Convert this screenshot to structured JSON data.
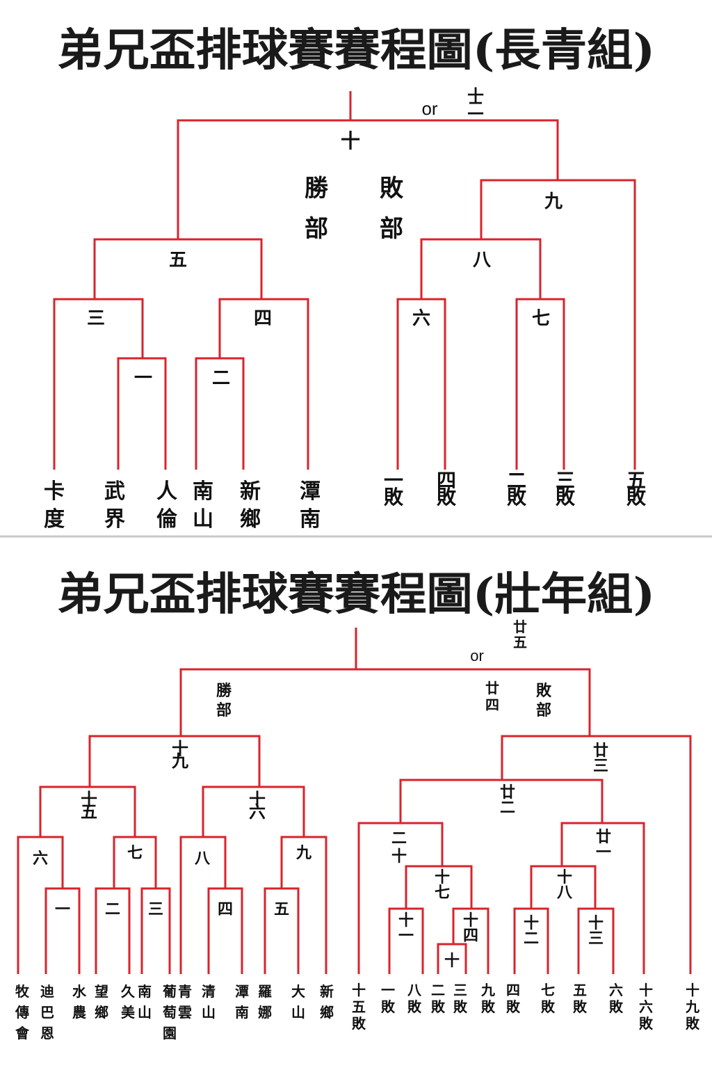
{
  "colors": {
    "line": "#d9232b",
    "text": "#111111",
    "divider": "#c8c8c8"
  },
  "top": {
    "title": "弟兄盃排球賽賽程圖(長青組)",
    "or_label": "or",
    "final_extra": "十二",
    "final": "十",
    "winner_bracket": "勝部",
    "loser_bracket": "敗部",
    "matches": {
      "m1": "一",
      "m2": "二",
      "m3": "三",
      "m4": "四",
      "m5": "五",
      "m6": "六",
      "m7": "七",
      "m8": "八",
      "m9": "九"
    },
    "teams": [
      "卡度",
      "武界",
      "人倫",
      "南山",
      "新鄉",
      "潭南"
    ],
    "loser_slots": [
      "一敗",
      "四敗",
      "二敗",
      "三敗",
      "五敗"
    ]
  },
  "bottom": {
    "title": "弟兄盃排球賽賽程圖(壯年組)",
    "or_label": "or",
    "final_extra": "廿五",
    "final": "廿四",
    "winner_bracket": "勝部",
    "loser_bracket": "敗部",
    "matches": {
      "m1": "一",
      "m2": "二",
      "m3": "三",
      "m4": "四",
      "m5": "五",
      "m6": "六",
      "m7": "七",
      "m8": "八",
      "m9": "九",
      "m10": "十",
      "m11": "十一",
      "m12": "十二",
      "m13": "十三",
      "m14": "十四",
      "m15": "十五",
      "m16": "十六",
      "m17": "十七",
      "m18": "十八",
      "m19": "十九",
      "m20": "二十",
      "m21": "廿一",
      "m22": "廿二",
      "m23": "廿三"
    },
    "teams": [
      "牧傳會",
      "迪巴恩",
      "水農",
      "望鄉",
      "久美",
      "南山",
      "葡萄園",
      "青雲",
      "清山",
      "潭南",
      "羅娜",
      "大山",
      "新鄉"
    ],
    "loser_slots": [
      "十五敗",
      "一敗",
      "八敗",
      "二敗",
      "三敗",
      "九敗",
      "四敗",
      "七敗",
      "五敗",
      "六敗",
      "十六敗",
      "十九敗"
    ]
  }
}
